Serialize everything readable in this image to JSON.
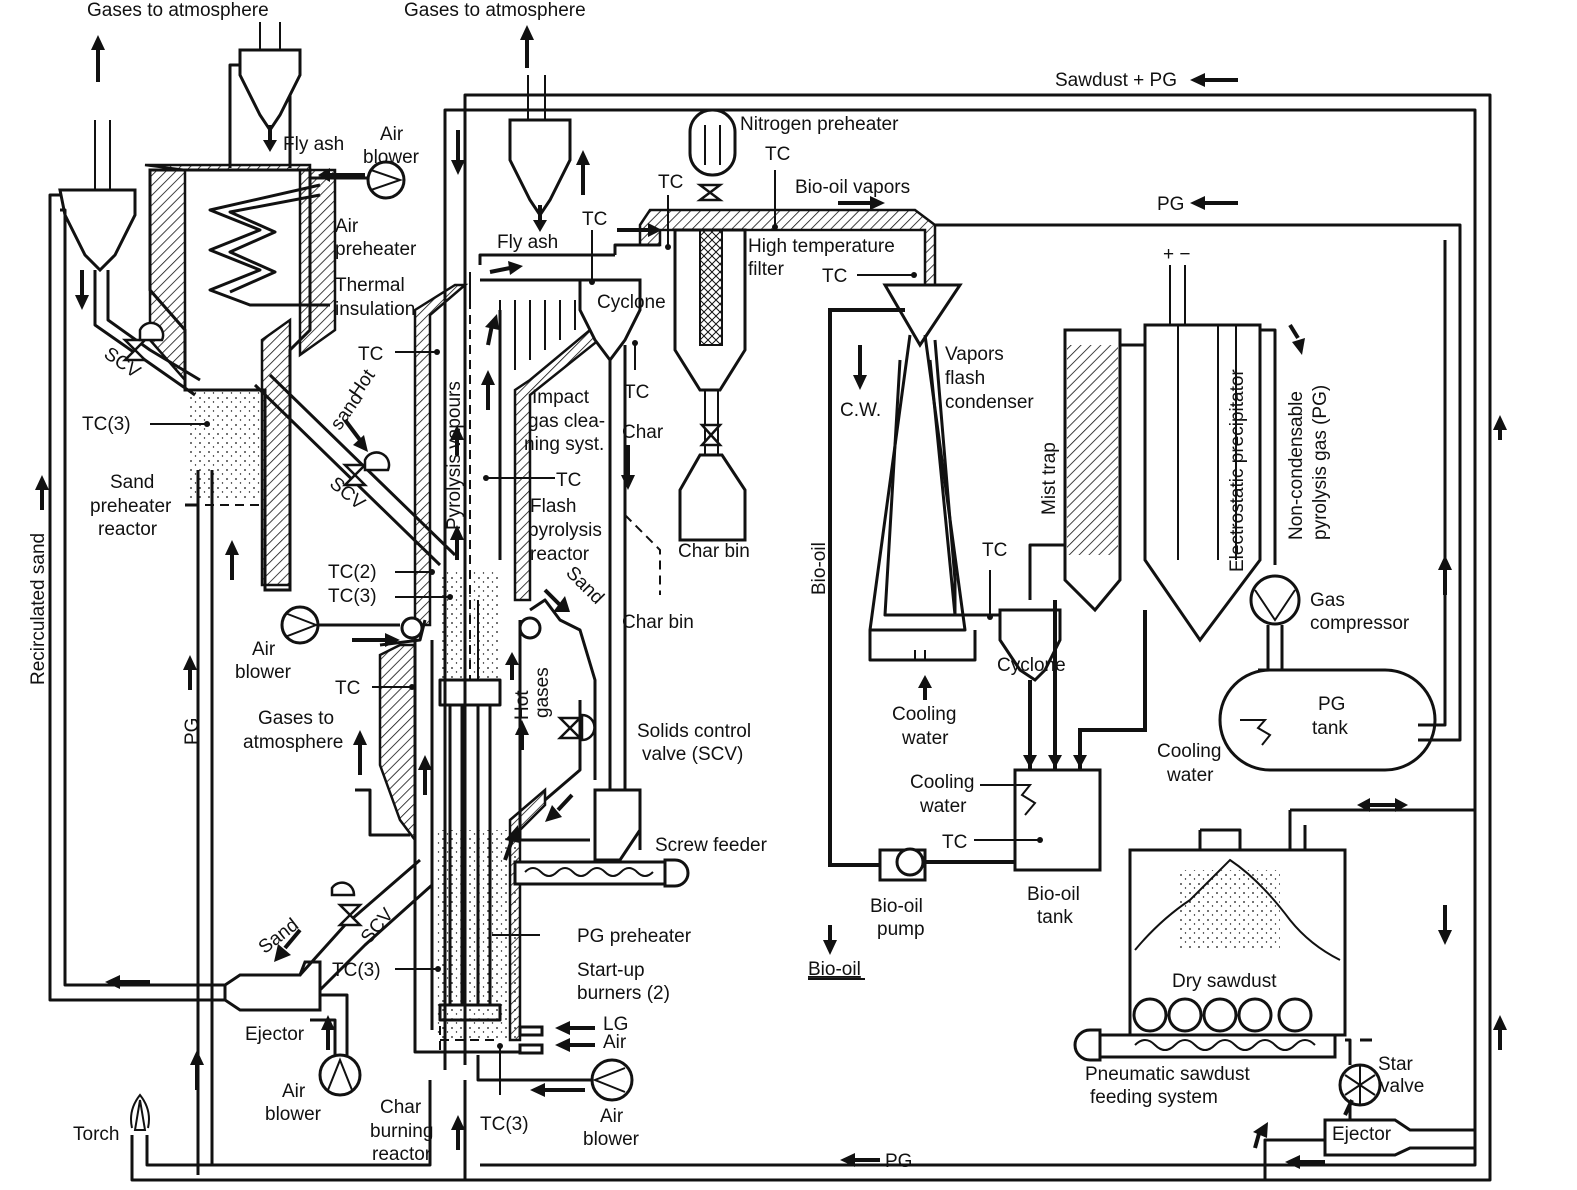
{
  "labels": {
    "gases_atm_left": "Gases to atmosphere",
    "gases_atm_center": "Gases to atmosphere",
    "sawdust_pg": "Sawdust + PG",
    "nitrogen_preheater": "Nitrogen preheater",
    "bio_oil_vapors": "Bio-oil vapors",
    "pg_top": "PG",
    "fly_ash_1": "Fly ash",
    "fly_ash_2": "Fly ash",
    "air_blower_1a": "Air",
    "air_blower_1b": "blower",
    "air_preheater_a": "Air",
    "air_preheater_b": "preheater",
    "thermal_insulation_a": "Thermal",
    "thermal_insulation_b": "insulation",
    "high_temp_filter_a": "High temperature",
    "high_temp_filter_b": "filter",
    "cyclone_top": "Cyclone",
    "scv_1": "SCV",
    "hot_sand_a": "Hot",
    "hot_sand_b": "sand",
    "tc_3_a": "TC(3)",
    "sand_preheater_a": "Sand",
    "sand_preheater_b": "preheater",
    "sand_preheater_c": "reactor",
    "scv_2": "SCV",
    "pyrolysis_vapours": "Pyrolysis vapours",
    "tc_1": "TC",
    "tc_2": "TC",
    "tc_3": "TC",
    "tc_4": "TC",
    "tc_5": "TC",
    "tc_6": "TC",
    "tc_7": "TC",
    "tc_8": "TC",
    "tc_9": "TC",
    "impact_a": "Impact",
    "impact_b": "gas clea-",
    "impact_c": "ning syst.",
    "char_label": "Char",
    "char_bin_1": "Char bin",
    "char_bin_2": "Char bin",
    "vapors_condenser_a": "Vapors",
    "vapors_condenser_b": "flash",
    "vapors_condenser_c": "condenser",
    "cw": "C.W.",
    "mist_trap": "Mist trap",
    "electrostatic": "Electrostatic precipitator",
    "non_condensable_a": "Non-condensable",
    "non_condensable_b": "pyrolysis gas (PG)",
    "plus_minus": "+ −",
    "flash_pyro_a": "Flash",
    "flash_pyro_b": "pyrolysis",
    "flash_pyro_c": "reactor",
    "sand_1": "Sand",
    "tc2_label": "TC(2)",
    "tc3_label_b": "TC(3)",
    "air_blower_2a": "Air",
    "air_blower_2b": "blower",
    "recirculated_sand": "Recirculated sand",
    "pg_left": "PG",
    "gases_atm_low_a": "Gases to",
    "gases_atm_low_b": "atmosphere",
    "hot_gases_a": "Hot",
    "hot_gases_b": "gases",
    "solids_control_a": "Solids control",
    "solids_control_b": "valve (SCV)",
    "bio_oil_vertical": "Bio-oil",
    "cyclone_right": "Cyclone",
    "cooling_water_1a": "Cooling",
    "cooling_water_1b": "water",
    "cooling_water_2a": "Cooling",
    "cooling_water_2b": "water",
    "cooling_water_3a": "Cooling",
    "cooling_water_3b": "water",
    "gas_compressor_a": "Gas",
    "gas_compressor_b": "compressor",
    "pg_tank_a": "PG",
    "pg_tank_b": "tank",
    "screw_feeder": "Screw feeder",
    "bio_oil_pump_a": "Bio-oil",
    "bio_oil_pump_b": "pump",
    "bio_oil_tank_a": "Bio-oil",
    "bio_oil_tank_b": "tank",
    "bio_oil_bottom": "Bio-oil",
    "sand_2": "Sand",
    "scv_3": "SCV",
    "pg_preheater": "PG preheater",
    "tc3_label_c": "TC(3)",
    "startup_a": "Start-up",
    "startup_b": "burners (2)",
    "lg": "LG",
    "air_in": "Air",
    "ejector_left": "Ejector",
    "air_blower_3a": "Air",
    "air_blower_3b": "blower",
    "char_burning_a": "Char",
    "char_burning_b": "burning",
    "char_burning_c": "reactor",
    "tc3_label_d": "TC(3)",
    "air_blower_4a": "Air",
    "air_blower_4b": "blower",
    "torch": "Torch",
    "pg_bottom": "PG",
    "dry_sawdust": "Dry sawdust",
    "pneumatic_a": "Pneumatic sawdust",
    "pneumatic_b": "feeding system",
    "star_valve_a": "Star",
    "star_valve_b": "valve",
    "ejector_right": "Ejector"
  }
}
